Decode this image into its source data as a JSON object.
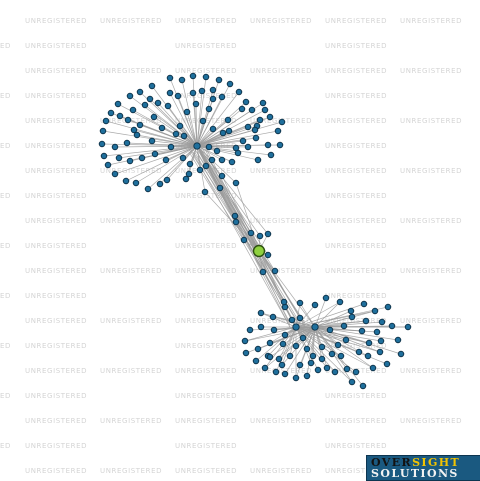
{
  "watermark": {
    "text": "UNREGISTERED",
    "edge_text": "ED"
  },
  "logo": {
    "line1_a": "OVER",
    "line1_b": "SIGHT",
    "line2": "SOLUTIONS"
  },
  "colors": {
    "node": "#1f6f9c",
    "focus_node": "#8fd13f",
    "edge": "#9c9c9c",
    "watermark": "#d4d4d4",
    "logo_bg": "#1a5980",
    "logo_accent": "#f2c300"
  }
}
